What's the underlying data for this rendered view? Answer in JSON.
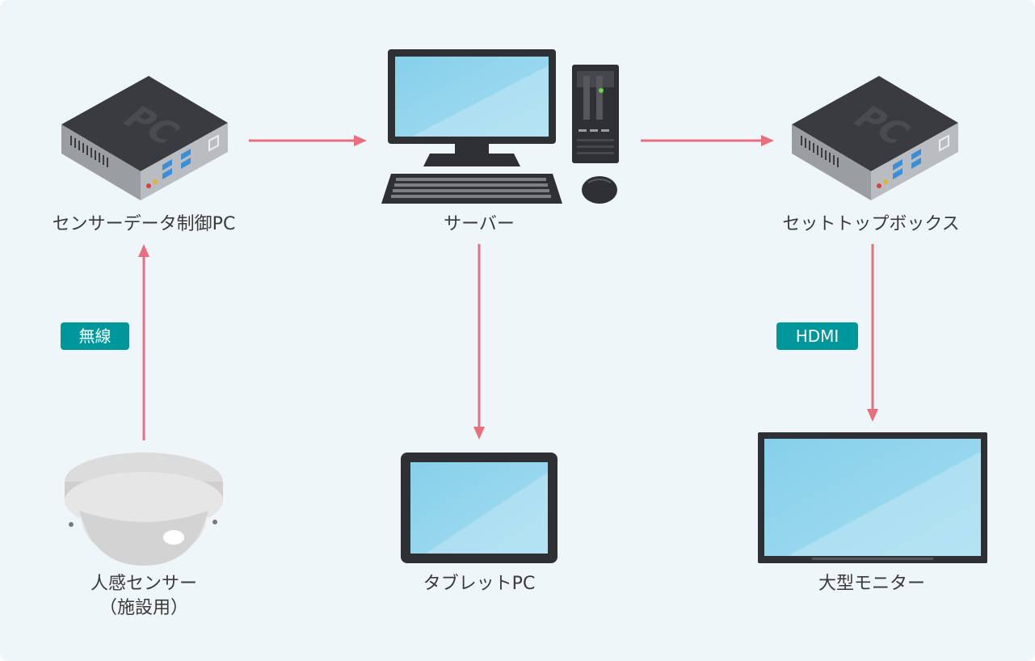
{
  "colors": {
    "background": "#eef6f9",
    "arrow": "#e8707e",
    "badge": "#00979c",
    "screen": "#8fd3ea",
    "device": "#2f3033"
  },
  "nodes": {
    "sensor_pc": {
      "label": "センサーデータ制御PC",
      "icon": "mini-pc-icon"
    },
    "server": {
      "label": "サーバー",
      "icon": "desktop-computer-icon"
    },
    "settop_box": {
      "label": "セットトップボックス",
      "icon": "mini-pc-icon"
    },
    "motion_sensor": {
      "label_line1": "人感センサー",
      "label_line2": "（施設用）",
      "icon": "dome-sensor-icon"
    },
    "tablet": {
      "label": "タブレットPC",
      "icon": "tablet-icon"
    },
    "monitor": {
      "label": "大型モニター",
      "icon": "large-monitor-icon"
    }
  },
  "edge_labels": {
    "wireless": "無線",
    "hdmi": "HDMI"
  }
}
